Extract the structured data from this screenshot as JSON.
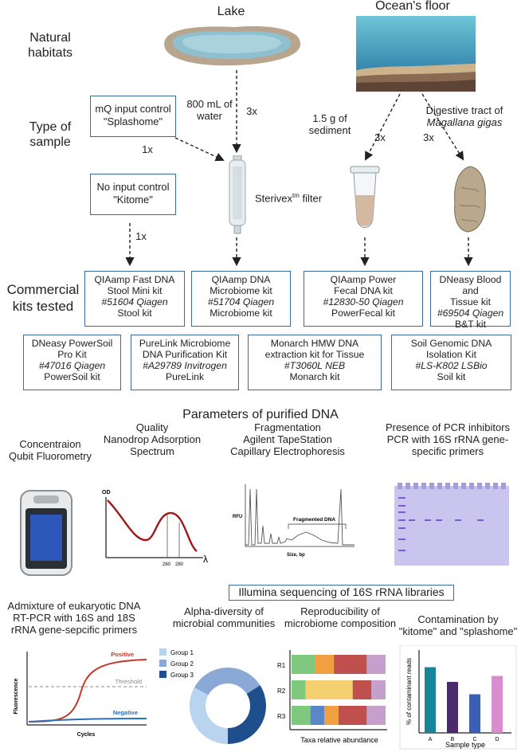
{
  "habitats": {
    "lake": "Lake",
    "ocean": "Ocean's floor"
  },
  "left_labels": {
    "natural_habitats": "Natural habitats",
    "type_of_sample": "Type of sample",
    "commercial_kits": "Commercial kits tested"
  },
  "samples": {
    "water": "800 mL of water",
    "water_reps": "3x",
    "sediment": "1.5 g of sediment",
    "sediment_reps": "3x",
    "digestive_prefix": "Digestive tract of",
    "digestive_species": "Magallana gigas",
    "digestive_reps": "3x",
    "mq_control_line1": "mQ input control",
    "mq_control_line2": "\"Splashome\"",
    "mq_reps": "1x",
    "no_control_line1": "No input control",
    "no_control_line2": "\"Kitome\"",
    "no_reps": "1x",
    "sterivex": "Sterivex",
    "sterivex_sup": "tm",
    "sterivex_suffix": " filter"
  },
  "kits_row1": [
    {
      "l1": "QIAamp Fast DNA",
      "l2": "Stool Mini kit",
      "cat": "#51604 Qiagen",
      "short": "Stool kit"
    },
    {
      "l1": "QIAamp DNA",
      "l2": "Microbiome kit",
      "cat": "#51704 Qiagen",
      "short": "Microbiome kit"
    },
    {
      "l1": "QIAamp Power",
      "l2": "Fecal DNA kit",
      "cat": "#12830-50 Qiagen",
      "short": "PowerFecal kit"
    },
    {
      "l1": "DNeasy Blood and",
      "l2": "Tissue kit",
      "cat": "#69504 Qiagen",
      "short": "B&T kit"
    }
  ],
  "kits_row2": [
    {
      "l1": "DNeasy PowerSoil",
      "l2": "Pro Kit",
      "cat": "#47016 Qiagen",
      "short": "PowerSoil kit"
    },
    {
      "l1": "PureLink Microbiome",
      "l2": "DNA Purification Kit",
      "cat": "#A29789 Invitrogen",
      "short": "PureLink"
    },
    {
      "l1": "Monarch HMW DNA",
      "l2": "extraction kit for Tissue",
      "cat": "#T3060L NEB",
      "short": "Monarch kit"
    },
    {
      "l1": "Soil Genomic DNA",
      "l2": "Isolation Kit",
      "cat": "#LS-K802 LSBio",
      "short": "Soil kit"
    }
  ],
  "parameters_title": "Parameters of purified DNA",
  "params": {
    "conc_l1": "Concentraion",
    "conc_l2": "Qubit Fluorometry",
    "qual_l1": "Quality",
    "qual_l2": "Nanodrop Adsorption",
    "qual_l3": "Spectrum",
    "frag_l1": "Fragmentation",
    "frag_l2": "Agilent TapeStation",
    "frag_l3": "Capillary Electrophoresis",
    "pcr_l1": "Presence of PCR inhibitors",
    "pcr_l2": "PCR with 16S rRNA gene-",
    "pcr_l3": "specific primers"
  },
  "spectrum": {
    "od": "OD",
    "lambda": "λ",
    "tick1": "260",
    "tick2": "280"
  },
  "tapestation": {
    "rfu": "RFU",
    "xlabel": "Size, bp",
    "fragmented": "Fragmented DNA"
  },
  "euk": {
    "l1": "Admixture of eukaryotic DNA",
    "l2": "RT-PCR with 16S and 18S",
    "l3": "rRNA gene-sepcific primers"
  },
  "illumina": "Illumina sequencing of 16S rRNA libraries",
  "alpha": {
    "l1": "Alpha-diversity of",
    "l2": "microbial communities"
  },
  "repro": {
    "l1": "Reproducibility of",
    "l2": "microbiome composition"
  },
  "contam": {
    "l1": "Contamination by",
    "l2": "\"kitome\" and \"splashome\""
  },
  "qpcr": {
    "ylabel": "Fluorescence",
    "xlabel": "Cycles",
    "positive": "Positive",
    "threshold": "Threshold",
    "negative": "Negative"
  },
  "colors": {
    "box_border": "#3a6aa0",
    "curve_red": "#c0392b",
    "curve_blue": "#2c6fb5",
    "group1": "#b8d4ee",
    "group2": "#8aa9d6",
    "group3": "#1f4e8c"
  },
  "chart_data": [
    {
      "type": "pie",
      "legend": [
        "Group 1",
        "Group 2",
        "Group 3"
      ],
      "values": [
        33,
        33,
        34
      ],
      "colors": [
        "#b8d4ee",
        "#8aa9d6",
        "#1f4e8c"
      ]
    },
    {
      "type": "bar",
      "orientation": "horizontal-stacked",
      "categories": [
        "R1",
        "R2",
        "R3"
      ],
      "series_colors": [
        "#7fc97f",
        "#f0a040",
        "#e07b7b",
        "#f5d070",
        "#5b86c8",
        "#c0504d",
        "#c5a0cc"
      ],
      "xlabel": "Taxa relative abundance",
      "rows": [
        [
          {
            "c": 0,
            "v": 0.25
          },
          {
            "c": 1,
            "v": 0.2
          },
          {
            "c": 5,
            "v": 0.35
          },
          {
            "c": 6,
            "v": 0.2
          }
        ],
        [
          {
            "c": 0,
            "v": 0.15
          },
          {
            "c": 3,
            "v": 0.5
          },
          {
            "c": 5,
            "v": 0.2
          },
          {
            "c": 6,
            "v": 0.15
          }
        ],
        [
          {
            "c": 0,
            "v": 0.2
          },
          {
            "c": 4,
            "v": 0.15
          },
          {
            "c": 1,
            "v": 0.15
          },
          {
            "c": 5,
            "v": 0.3
          },
          {
            "c": 6,
            "v": 0.2
          }
        ]
      ]
    },
    {
      "type": "bar",
      "categories": [
        "A",
        "B",
        "C",
        "D"
      ],
      "values": [
        16.5,
        12.8,
        9.7,
        14.3
      ],
      "colors": [
        "#17849a",
        "#4a2a6a",
        "#3b5fb5",
        "#d98ccf"
      ],
      "ylabel": "% of contaminant reads",
      "xlabel": "Sample type",
      "ylim": [
        0,
        20
      ]
    }
  ]
}
